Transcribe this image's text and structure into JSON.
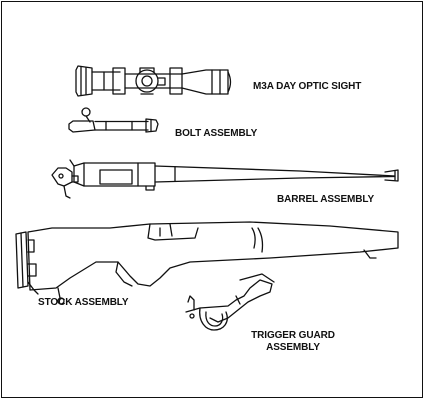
{
  "labels": {
    "optic": "M3A DAY OPTIC SIGHT",
    "bolt": "BOLT ASSEMBLY",
    "barrel": "BARREL ASSEMBLY",
    "stock": "STOCK ASSEMBLY",
    "trigger_guard_line1": "TRIGGER GUARD",
    "trigger_guard_line2": "ASSEMBLY"
  },
  "colors": {
    "ink": "#111111",
    "paper": "#ffffff"
  }
}
